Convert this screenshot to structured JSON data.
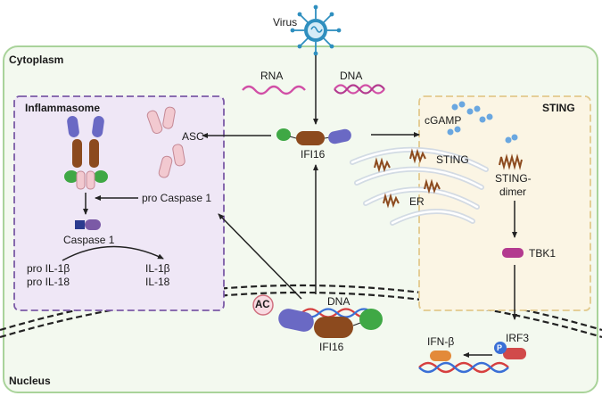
{
  "labels": {
    "virus": "Virus",
    "cytoplasm": "Cytoplasm",
    "nucleus": "Nucleus",
    "rna": "RNA",
    "dna_top": "DNA",
    "ifi16_top": "IFI16",
    "inflammasome": "Inflammasome",
    "asc": "ASC",
    "pro_caspase1": "pro Caspase 1",
    "caspase1": "Caspase 1",
    "pro_il1b": "pro IL-1β",
    "pro_il18": "pro IL-18",
    "il1b": "IL-1β",
    "il18": "IL-18",
    "sting_title": "STING",
    "cgamp": "cGAMP",
    "sting": "STING",
    "er": "ER",
    "sting_dimer_1": "STING-",
    "sting_dimer_2": "dimer",
    "tbk1": "TBK1",
    "irf3": "IRF3",
    "ifnb": "IFN-β",
    "dna_nucleus": "DNA",
    "ifi16_nucleus": "IFI16",
    "ac": "AC",
    "phospho": "P"
  },
  "colors": {
    "cell_border": "#a9d39a",
    "cell_fill": "#f3f9ef",
    "inflammasome_border": "#7b5aa6",
    "inflammasome_fill": "#efe7f6",
    "sting_border": "#e2c98c",
    "sting_fill": "#fbf5e4",
    "blue_domain": "#6a69c4",
    "brown_domain": "#8c4a1e",
    "green_domain": "#3fa845",
    "pink_asc": "#f2c9d0",
    "rna": "#d14fa6",
    "dna_red": "#d63f3f",
    "dna_blue": "#3a6fd6",
    "tbk1": "#b33a8f",
    "ifnb": "#e38a3a",
    "irf3_red": "#d14a4a",
    "virus": "#2f8fbf",
    "cgamp": "#6aa7e0"
  }
}
